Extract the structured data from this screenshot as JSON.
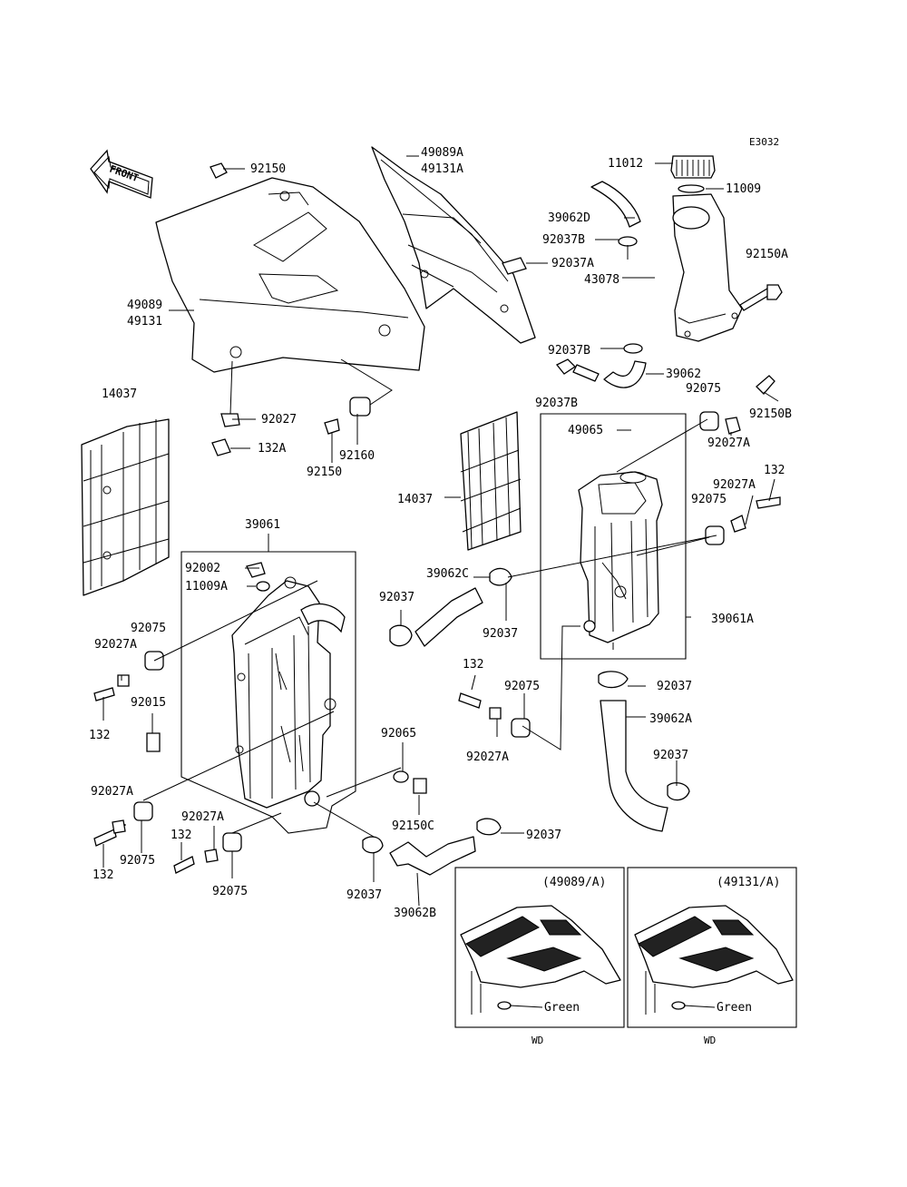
{
  "diagram_code": "E3032",
  "front_label": "FRONT",
  "part_labels": {
    "p92150_top": "92150",
    "p49089A": "49089A",
    "p49131A": "49131A",
    "p11012": "11012",
    "p11009": "11009",
    "p39062D": "39062D",
    "p92037B_a": "92037B",
    "p92037A": "92037A",
    "p43078": "43078",
    "p92150A": "92150A",
    "p49089": "49089",
    "p49131": "49131",
    "p92037B_b": "92037B",
    "p39062": "39062",
    "p92037B_c": "92037B",
    "p92075_a": "92075",
    "p92150B": "92150B",
    "p14037_left": "14037",
    "p92027": "92027",
    "p132A": "132A",
    "p92160": "92160",
    "p92150_mid": "92150",
    "p49065": "49065",
    "p92027A_a": "92027A",
    "p132_a": "132",
    "p92027A_b": "92027A",
    "p92075_b": "92075",
    "p14037_mid": "14037",
    "p39061": "39061",
    "p92002": "92002",
    "p11009A": "11009A",
    "p39062C": "39062C",
    "p92037_a": "92037",
    "p92037_b": "92037",
    "p39061A": "39061A",
    "p92075_c": "92075",
    "p92027A_c": "92027A",
    "p132_b": "132",
    "p92015": "92015",
    "p132_c": "132",
    "p92075_d": "92075",
    "p92027A_d": "92027A",
    "p92037_c": "92037",
    "p39062A": "39062A",
    "p92065": "92065",
    "p92037_d": "92037",
    "p92027A_e": "92027A",
    "p92150C": "92150C",
    "p92027A_f": "92027A",
    "p92037_e": "92037",
    "p132_d": "132",
    "p132_e": "132",
    "p92075_e": "92075",
    "p92075_f": "92075",
    "p92037_f": "92037",
    "p39062B": "39062B"
  },
  "inset_left": {
    "ref": "(49089/A)",
    "color_label": "Green",
    "caption": "WD"
  },
  "inset_right": {
    "ref": "(49131/A)",
    "color_label": "Green",
    "caption": "WD"
  }
}
